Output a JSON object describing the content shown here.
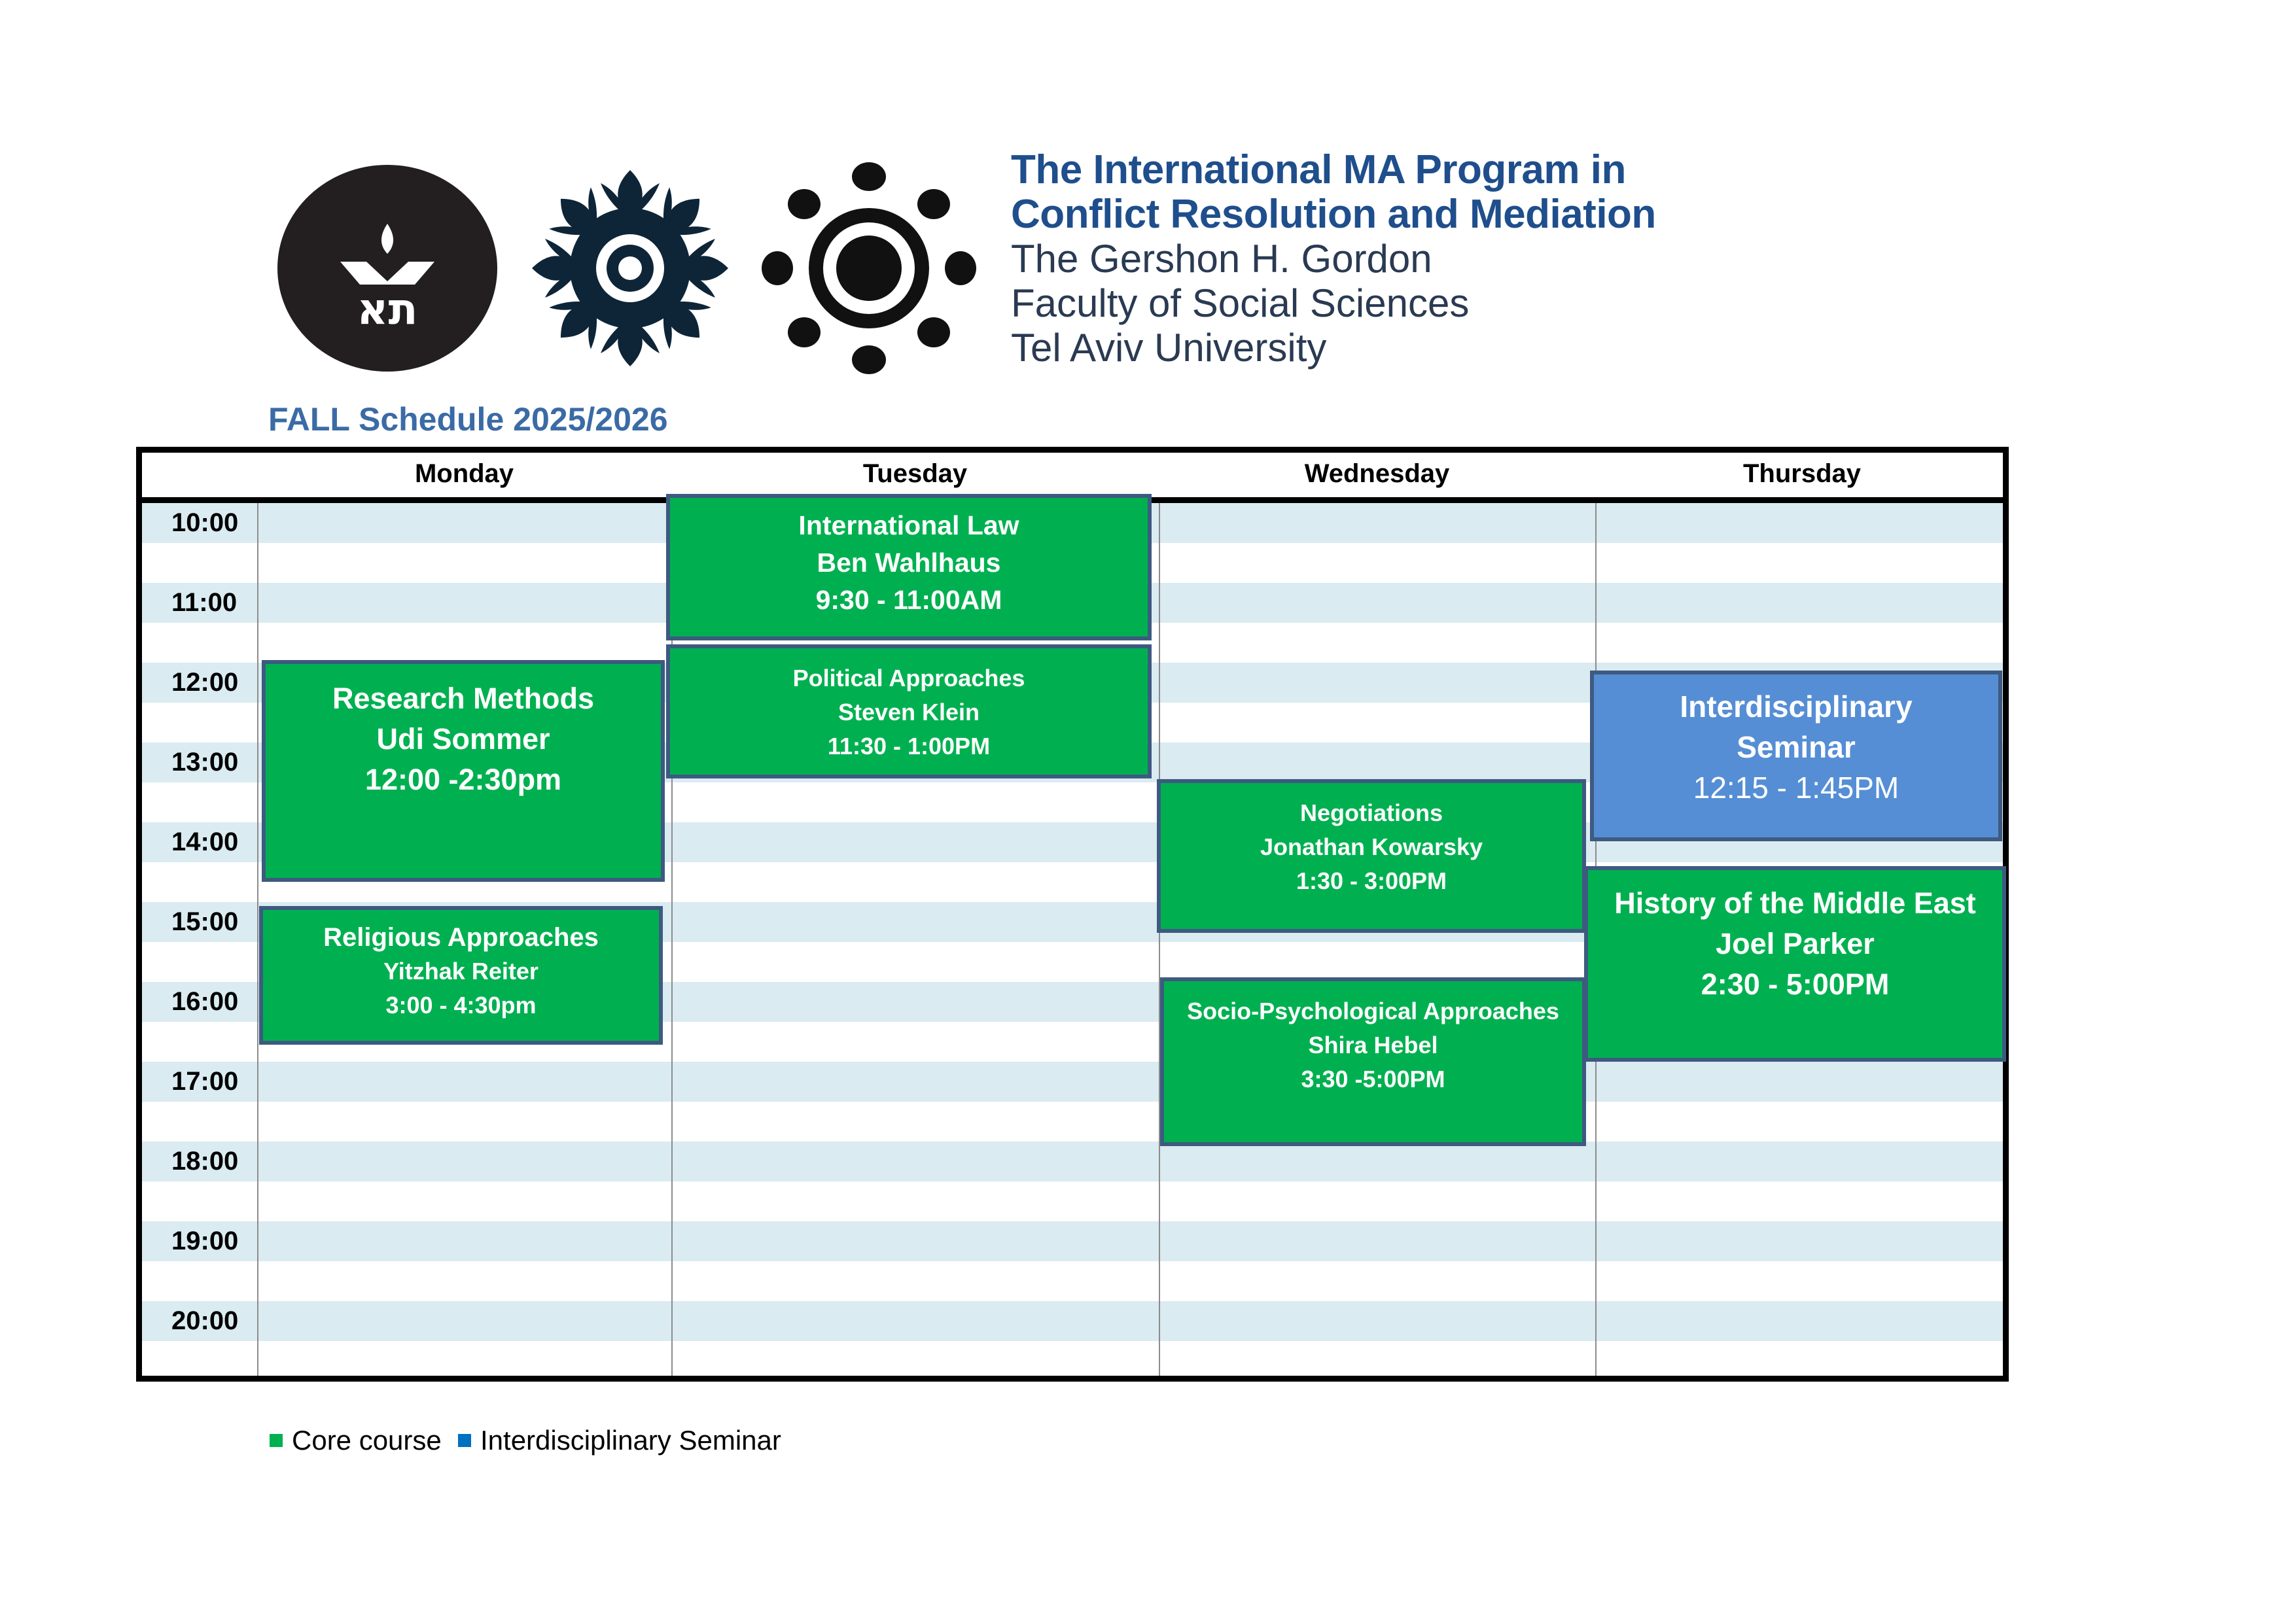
{
  "header": {
    "program_line1": "The International MA Program in",
    "program_line2": "Conflict Resolution and Mediation",
    "faculty_line1": "The Gershon H. Gordon",
    "faculty_line2": "Faculty of Social Sciences",
    "faculty_line3": "Tel Aviv University",
    "logo_text": "תא"
  },
  "schedule_title": "FALL Schedule 2025/2026",
  "days": [
    "Monday",
    "Tuesday",
    "Wednesday",
    "Thursday"
  ],
  "times": [
    "10:00",
    "11:00",
    "12:00",
    "13:00",
    "14:00",
    "15:00",
    "16:00",
    "17:00",
    "18:00",
    "19:00",
    "20:00"
  ],
  "courses": [
    {
      "title": "International Law",
      "instructor": "Ben Wahlhaus",
      "time": "9:30 - 11:00AM",
      "type": "core"
    },
    {
      "title": "Political Approaches",
      "instructor": "Steven Klein",
      "time": "11:30 - 1:00PM",
      "type": "core"
    },
    {
      "title": "Research Methods",
      "instructor": "Udi Sommer",
      "time": "12:00 -2:30pm",
      "type": "core"
    },
    {
      "title": "Religious Approaches",
      "instructor": "Yitzhak Reiter",
      "time": "3:00 - 4:30pm",
      "type": "core"
    },
    {
      "title": "Negotiations",
      "instructor": "Jonathan Kowarsky",
      "time": "1:30 - 3:00PM",
      "type": "core"
    },
    {
      "title": "Socio-Psychological Approaches",
      "instructor": "Shira Hebel",
      "time": "3:30 -5:00PM",
      "type": "core"
    },
    {
      "title_line1": "Interdisciplinary",
      "title_line2": "Seminar",
      "time": "12:15 - 1:45PM",
      "type": "seminar"
    },
    {
      "title": "History of the Middle East",
      "instructor": "Joel Parker",
      "time": "2:30 - 5:00PM",
      "type": "core"
    }
  ],
  "legend": [
    {
      "label": "Core course",
      "color": "#00b050"
    },
    {
      "label": "Interdisciplinary Seminar",
      "color": "#0070c0"
    }
  ],
  "colors": {
    "core": "#00b050",
    "seminar": "#558ed5",
    "title_blue": "#1f4e8c",
    "row_shade": "#daebf1"
  }
}
